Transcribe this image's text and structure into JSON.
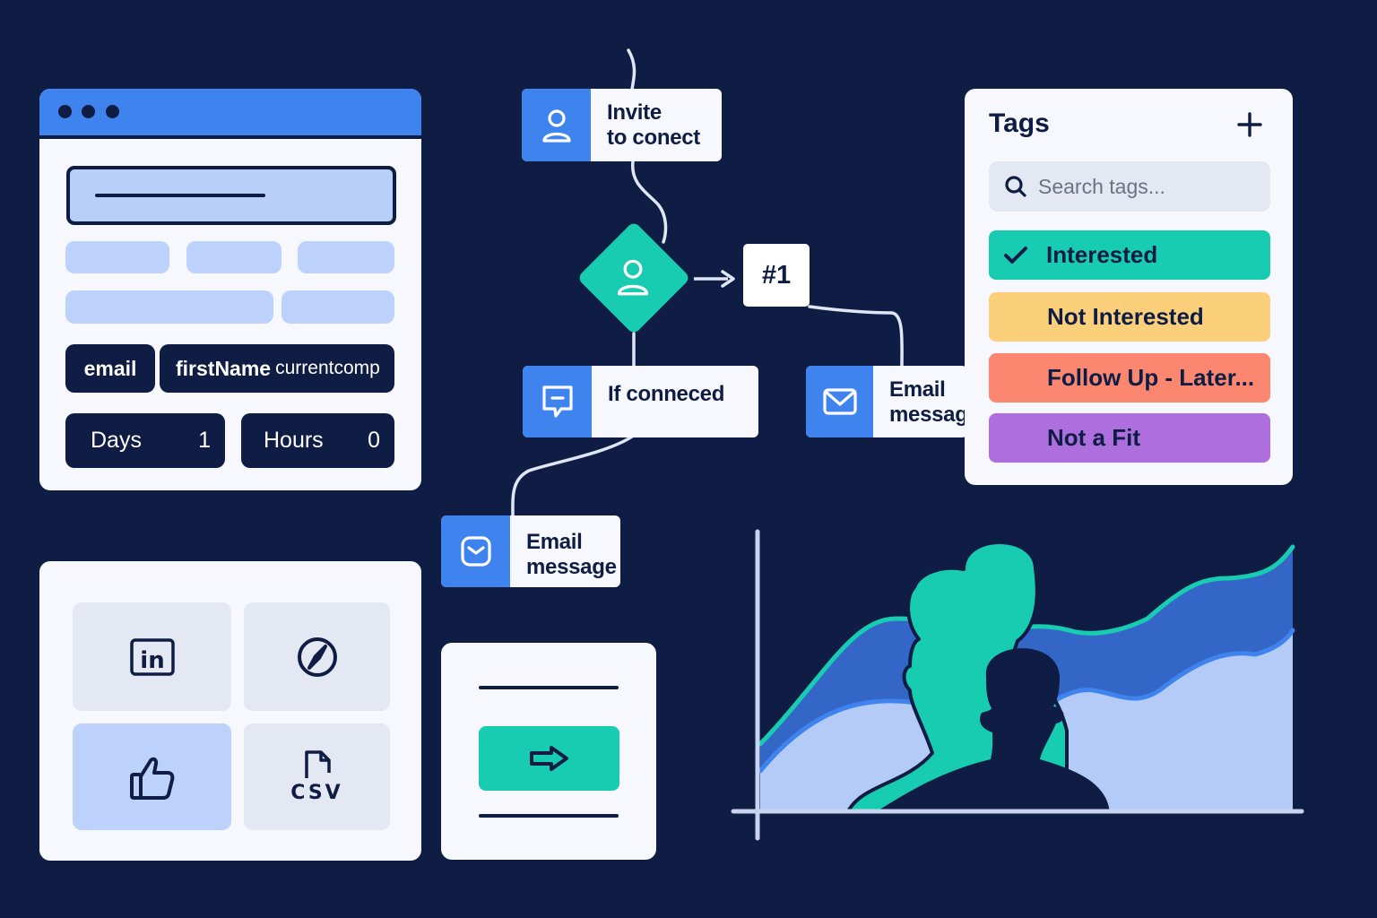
{
  "builder": {
    "chips": {
      "email": "email",
      "first_name": "firstName",
      "company": "currentcomp"
    },
    "delay": {
      "days_label": "Days",
      "days_value": "1",
      "hours_label": "Hours",
      "hours_value": "0"
    }
  },
  "flow": {
    "invite": {
      "line1": "Invite",
      "line2": "to conect",
      "icon": "user-icon"
    },
    "condition": {
      "icon": "user-icon"
    },
    "step_badge": "#1",
    "if_connected": {
      "label": "If conneced",
      "icon": "message-icon"
    },
    "email_right": {
      "line1": "Email",
      "line2": "message",
      "icon": "mail-icon"
    },
    "email_bottom": {
      "line1": "Email",
      "line2": "message",
      "icon": "mail-icon"
    }
  },
  "tags": {
    "title": "Tags",
    "search_placeholder": "Search tags...",
    "items": [
      {
        "label": "Interested",
        "color": "#17ccb0",
        "selected": true
      },
      {
        "label": "Not Interested",
        "color": "#fcd07b",
        "selected": false
      },
      {
        "label": "Follow Up - Later...",
        "color": "#fb8770",
        "selected": false
      },
      {
        "label": "Not a Fit",
        "color": "#ad6fde",
        "selected": false
      }
    ]
  },
  "sources": {
    "tiles": [
      {
        "icon": "linkedin-icon"
      },
      {
        "icon": "compass-icon"
      },
      {
        "icon": "thumbs-up-icon",
        "active": true
      },
      {
        "icon": "csv-file-icon",
        "label": "CSV"
      }
    ]
  },
  "colors": {
    "background": "#0f1d44",
    "accent_blue": "#3f84ee",
    "accent_teal": "#17ccb0",
    "light_blue": "#bcd1fb"
  }
}
